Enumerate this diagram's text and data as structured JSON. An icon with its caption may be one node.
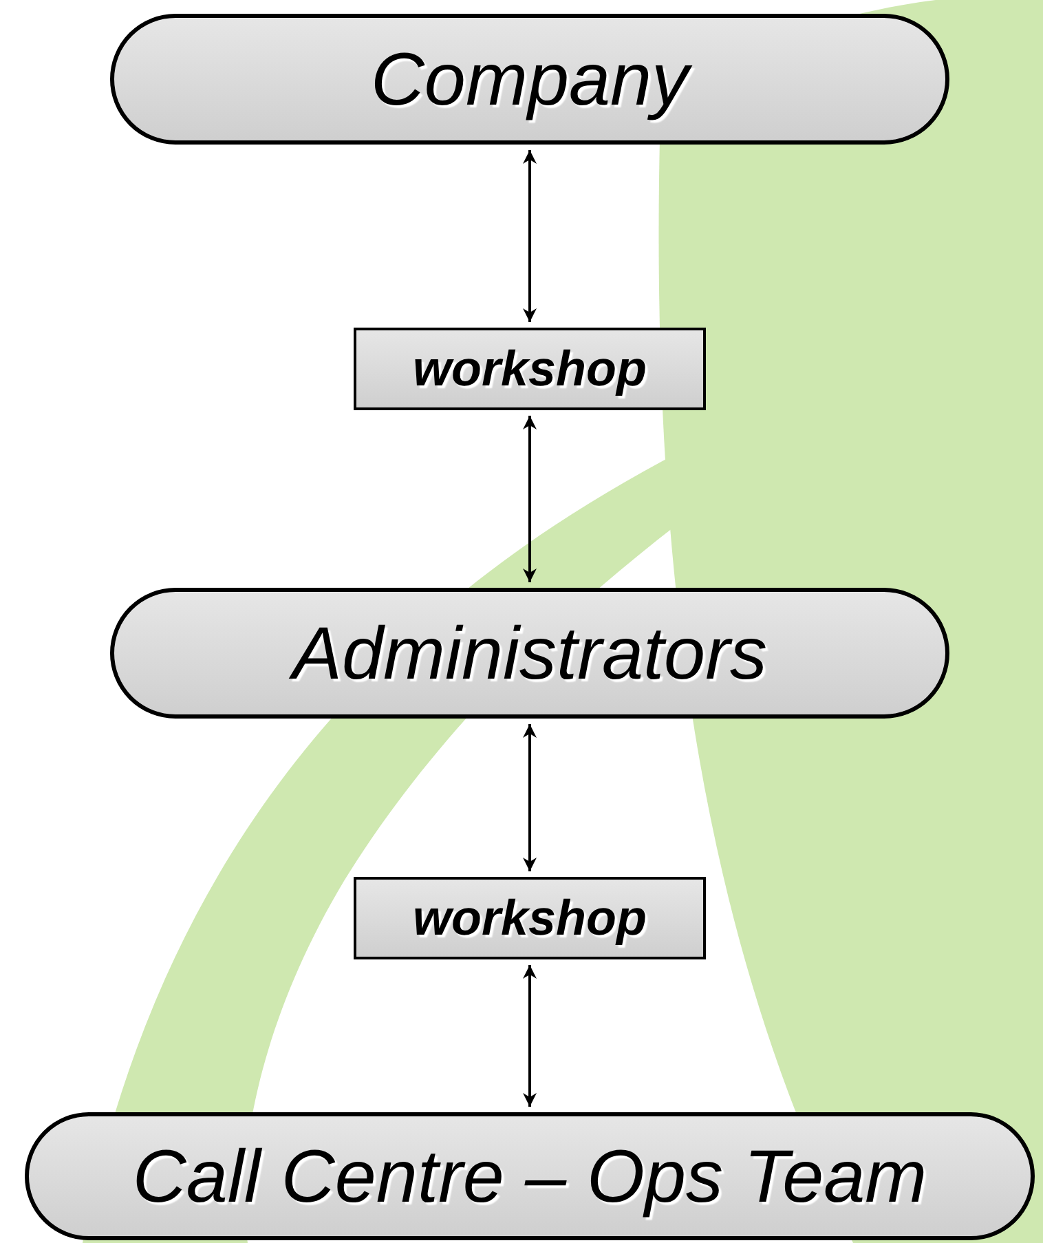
{
  "diagram": {
    "nodes": [
      {
        "text": [
          "Company"
        ]
      },
      {
        "text": [
          "workshop"
        ]
      },
      {
        "text": [
          "Administrators"
        ]
      },
      {
        "text": [
          "workshop"
        ]
      },
      {
        "text": [
          "Call Centre – Ops Team"
        ]
      }
    ],
    "edges": [
      {
        "from": 0,
        "to": 1,
        "arrow": "both"
      },
      {
        "from": 1,
        "to": 2,
        "arrow": "both"
      },
      {
        "from": 2,
        "to": 3,
        "arrow": "both"
      },
      {
        "from": 3,
        "to": 4,
        "arrow": "both"
      }
    ]
  }
}
